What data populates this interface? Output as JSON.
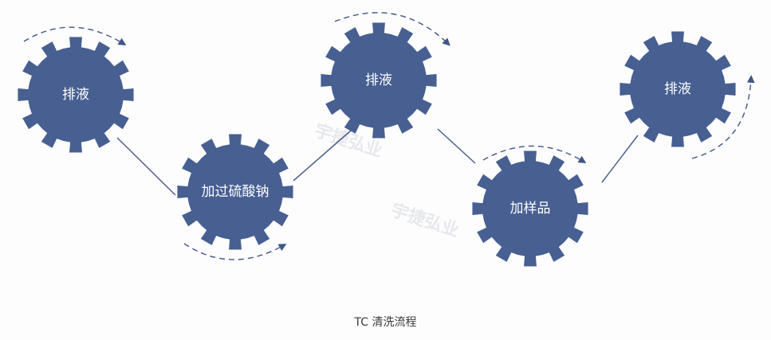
{
  "diagram": {
    "steps": [
      {
        "label": "排液"
      },
      {
        "label": "加过硫酸钠"
      },
      {
        "label": "排液"
      },
      {
        "label": "加样品"
      },
      {
        "label": "排液"
      }
    ],
    "watermark": "宇捷弘业",
    "caption": "TC 清洗流程"
  },
  "colors": {
    "gear": "#475f91",
    "arrow": "#3f5686",
    "connector": "#4b5f8e",
    "label": "#ffffff"
  },
  "icons": {
    "gear": "gear-icon",
    "rotation": "curved-arrow-icon"
  }
}
